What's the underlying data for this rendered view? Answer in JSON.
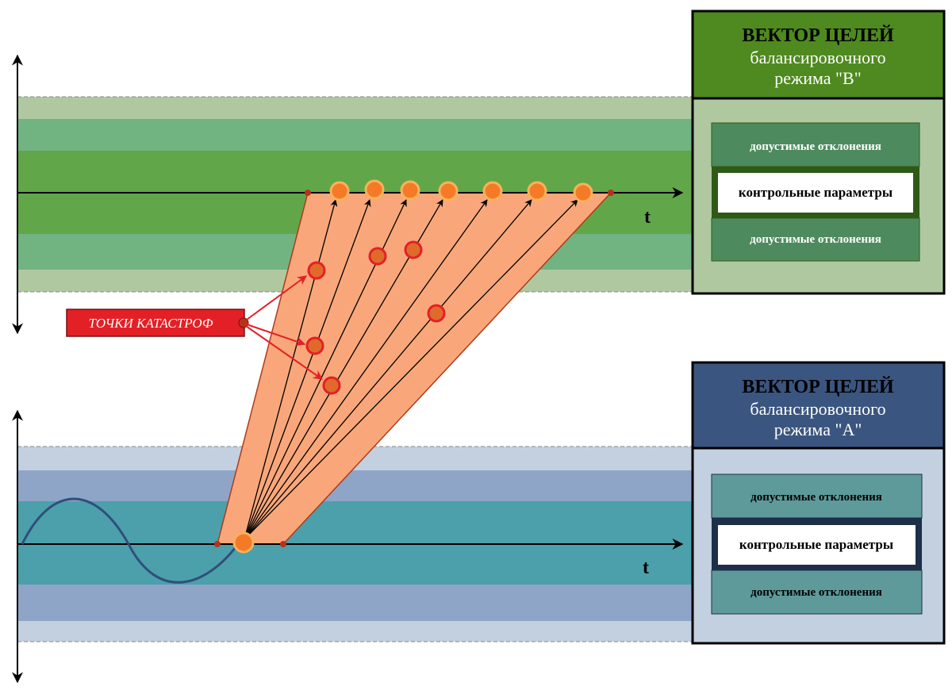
{
  "top_regime": {
    "title_line1": "ВЕКТОР ЦЕЛЕЙ",
    "title_line2": "балансировочного",
    "title_line3": "режима \"В\"",
    "upper_band_label": "допустимые отклонения",
    "center_label": "контрольные параметры",
    "lower_band_label": "допустимые отклонения",
    "axis_label": "t"
  },
  "bottom_regime": {
    "title_line1": "ВЕКТОР ЦЕЛЕЙ",
    "title_line2": "балансировочного",
    "title_line3": "режима \"А\"",
    "upper_band_label": "допустимые отклонения",
    "center_label": "контрольные параметры",
    "lower_band_label": "допустимые отклонения",
    "axis_label": "t"
  },
  "catastrophe_label": "ТОЧКИ КАТАСТРОФ",
  "colors": {
    "green_header": "#4e8a1f",
    "green_outer": "#b0c8a0",
    "green_mid": "#72b382",
    "green_core": "#62a64a",
    "green_box": "#4d8a5e",
    "blue_header": "#3a557f",
    "blue_outer": "#c3d0e0",
    "blue_mid": "#8ea5c8",
    "blue_core": "#4ba0ab",
    "blue_box": "#5f9a9a",
    "fan": "#f9a77a",
    "catastrophe_red": "#e32026",
    "target_orange": "#f47a28"
  }
}
